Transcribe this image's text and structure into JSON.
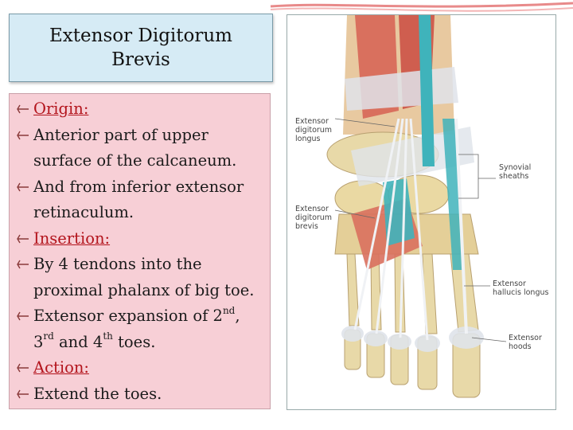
{
  "slide": {
    "title": "Extensor Digitorum Brevis"
  },
  "content": {
    "origin_heading": "Origin:",
    "origin_1_line1": "Anterior part of upper",
    "origin_1_line2": "surface of the calcaneum.",
    "origin_2_line1": "And from inferior extensor",
    "origin_2_line2": "retinaculum.",
    "insertion_heading": "Insertion:",
    "insertion_1_line1": "By 4 tendons into the",
    "insertion_1_line2": "proximal phalanx of big toe.",
    "insertion_2_line1_a": "Extensor expansion of 2",
    "insertion_2_sup1": "nd",
    "insertion_2_line1_b": ",",
    "insertion_2_line2_a": "3",
    "insertion_2_sup2": "rd",
    "insertion_2_line2_b": " and 4",
    "insertion_2_sup3": "th",
    "insertion_2_line2_c": " toes.",
    "action_heading": "Action:",
    "action_1": "Extend the toes."
  },
  "figure_labels": {
    "edl_1": "Extensor",
    "edl_2": "digitorum",
    "edl_3": "longus",
    "syn_1": "Synovial",
    "syn_2": "sheaths",
    "edb_1": "Extensor",
    "edb_2": "digitorum",
    "edb_3": "brevis",
    "ehl_1": "Extensor",
    "ehl_2": "hallucis longus",
    "hood_1": "Extensor",
    "hood_2": "hoods"
  },
  "colors": {
    "title_bg": "#d6ebf5",
    "content_bg": "#f7cfd6",
    "heading_red": "#b3141c",
    "muscle": "#d9705e",
    "bone": "#e8d9a8",
    "sheath": "#3fb3bb",
    "tendon": "#dfe3ea"
  }
}
